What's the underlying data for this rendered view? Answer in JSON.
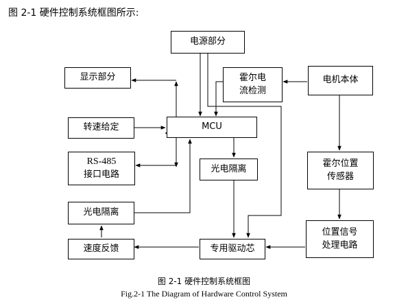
{
  "intro": "图 2-1 硬件控制系统框图所示:",
  "blocks": {
    "power": "电源部分",
    "display": "显示部分",
    "hall_current": [
      "霍尔电",
      "流检测"
    ],
    "motor": "电机本体",
    "speed_set": "转速给定",
    "mcu": "MCU",
    "rs485": [
      "RS-485",
      "接口电路"
    ],
    "opto_mid": "光电隔离",
    "hall_position": [
      "霍尔位置",
      "传感器"
    ],
    "opto_left": "光电隔离",
    "position_signal": [
      "位置信号",
      "处理电路"
    ],
    "speed_feedback": "速度反馈",
    "driver_chip": "专用驱动芯"
  },
  "caption": {
    "cn": "图 2-1 硬件控制系统框图",
    "en": "Fig.2-1 The Diagram of Hardware Control System"
  }
}
